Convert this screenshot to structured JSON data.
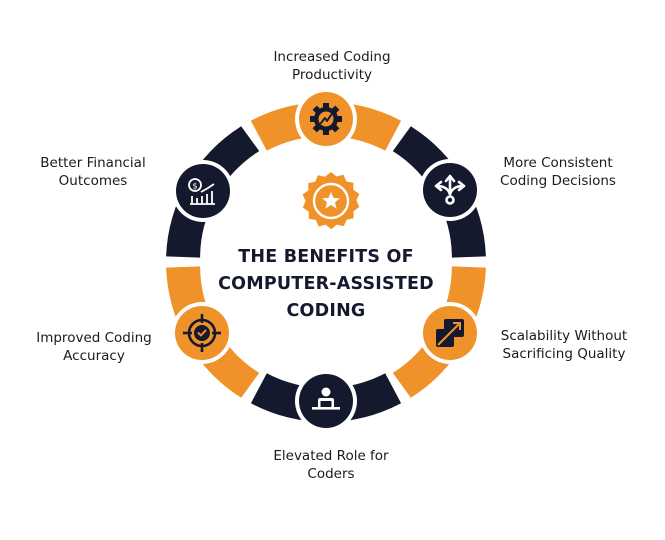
{
  "title": {
    "lines": [
      "THE BENEFITS OF",
      "COMPUTER-ASSISTED",
      "CODING"
    ]
  },
  "colors": {
    "orange": "#F0922A",
    "navy": "#15192E",
    "text": "#1B1B1B",
    "background": "#FFFFFF"
  },
  "center_icon": "award-star-badge-icon",
  "benefits": [
    {
      "lines": [
        "Increased Coding",
        "Productivity"
      ],
      "icon": "gear-trend-icon",
      "color": "orange",
      "position": "top"
    },
    {
      "lines": [
        "More Consistent",
        "Coding Decisions"
      ],
      "icon": "split-arrows-icon",
      "color": "navy",
      "position": "upper-right"
    },
    {
      "lines": [
        "Scalability Without",
        "Sacrificing Quality"
      ],
      "icon": "scale-up-arrow-icon",
      "color": "orange",
      "position": "lower-right"
    },
    {
      "lines": [
        "Elevated Role for",
        "Coders"
      ],
      "icon": "person-at-desk-icon",
      "color": "navy",
      "position": "bottom"
    },
    {
      "lines": [
        "Improved Coding",
        "Accuracy"
      ],
      "icon": "target-check-icon",
      "color": "orange",
      "position": "lower-left"
    },
    {
      "lines": [
        "Better Financial",
        "Outcomes"
      ],
      "icon": "dollar-chart-icon",
      "color": "navy",
      "position": "upper-left"
    }
  ]
}
